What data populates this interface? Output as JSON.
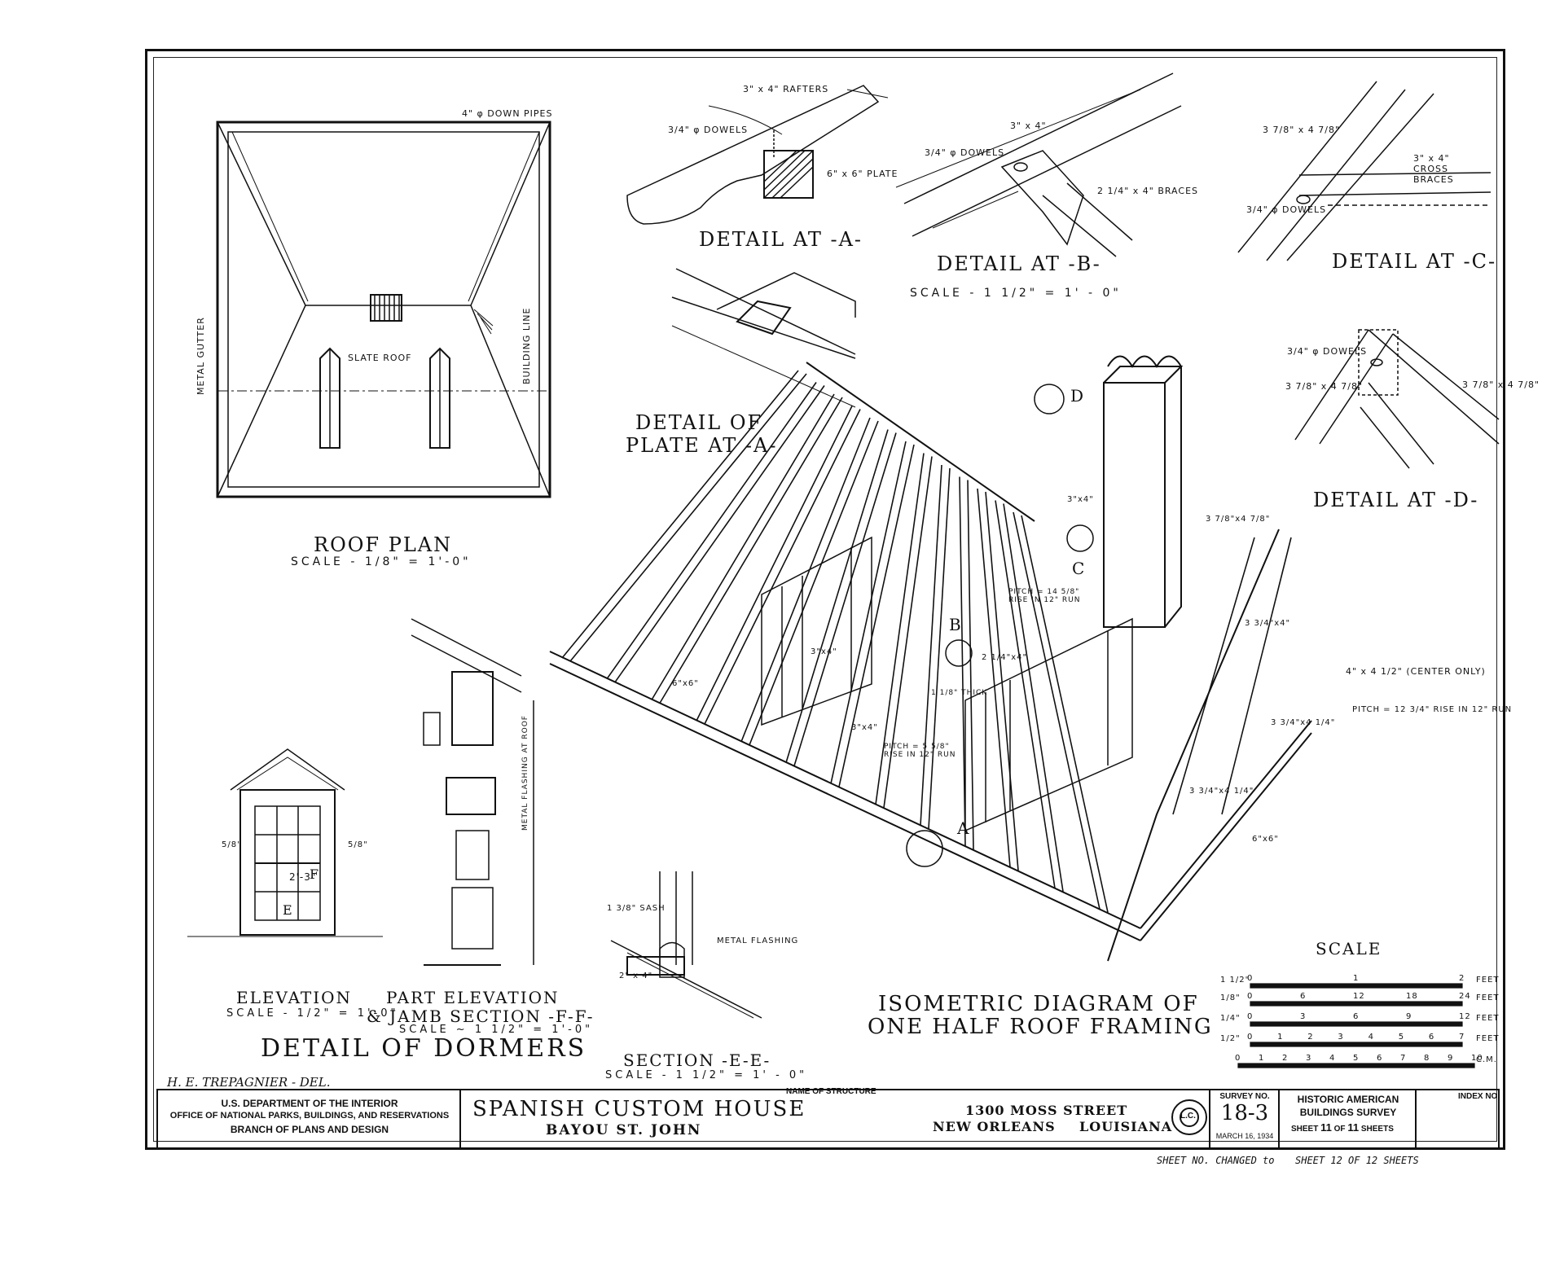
{
  "roof_plan": {
    "down_pipes": "4\" φ DOWN PIPES",
    "metal_gutter": "METAL GUTTER",
    "slate_roof": "SLATE ROOF",
    "building_line": "BUILDING LINE",
    "title": "ROOF PLAN",
    "scale": "SCALE - 1/8\" = 1'-0\""
  },
  "detail_a": {
    "title": "DETAIL AT -A-",
    "rafters": "3\" x 4\" RAFTERS",
    "dowels": "3/4\" φ DOWELS",
    "plate": "6\" x 6\" PLATE"
  },
  "detail_b": {
    "title": "DETAIL AT -B-",
    "member": "3\" x 4\"",
    "dowels": "3/4\" φ DOWELS",
    "braces": "2 1/4\" x 4\" BRACES",
    "scale": "SCALE - 1 1/2\" = 1' - 0\""
  },
  "detail_c": {
    "title": "DETAIL AT -C-",
    "member": "3 7/8\" x 4 7/8\"",
    "cross_braces": "3\" x 4\" CROSS BRACES",
    "dowels": "3/4\" φ DOWELS"
  },
  "detail_d": {
    "title": "DETAIL AT -D-",
    "dowels": "3/4\" φ DOWELS",
    "left": "3 7/8\" x 4 7/8\"",
    "right": "3 7/8\" x 4 7/8\""
  },
  "detail_plate": {
    "title_line1": "DETAIL OF",
    "title_line2": "PLATE AT -A-"
  },
  "dormers": {
    "elevation_title": "ELEVATION",
    "elevation_scale": "SCALE - 1/2\" = 1'-0\"",
    "part_elev_line1": "PART ELEVATION",
    "part_elev_line2": "& JAMB SECTION -F-F-",
    "part_elev_scale": "SCALE ~ 1 1/2\" = 1'-0\"",
    "main_title": "DETAIL OF DORMERS",
    "dim_width": "2'-3\"",
    "dim_side": "5/8\"",
    "flashing": "METAL FLASHING AT ROOF",
    "marker_e": "E",
    "marker_f": "F"
  },
  "section_ee": {
    "title": "SECTION -E-E-",
    "scale": "SCALE - 1 1/2\" = 1' - 0\"",
    "sash": "1 3/8\" SASH",
    "flashing": "METAL FLASHING",
    "member": "2\" x 4\""
  },
  "isometric": {
    "title_line1": "ISOMETRIC DIAGRAM OF",
    "title_line2": "ONE HALF ROOF FRAMING",
    "callouts": [
      "A",
      "B",
      "C",
      "D"
    ],
    "notes": {
      "pitch_upper": "PITCH = 14 5/8\" RISE IN 12\" RUN",
      "pitch_lower": "PITCH = 5 5/8\" RISE IN 12\" RUN",
      "pitch_right": "PITCH = 12 3/4\" RISE IN 12\" RUN",
      "center_only": "4\" x 4 1/2\" (CENTER ONLY)",
      "thick": "1 1/8\" THICK",
      "m_3x4_a": "3\"x4\"",
      "m_3x4_b": "3\"x4\"",
      "m_3x4_c": "3\"x4\"",
      "m_6x6_a": "6\"x6\"",
      "m_6x6_b": "6\"x6\"",
      "m_24x4": "2 1/4\"x4\"",
      "m_378": "3 7/8\"x4 7/8\"",
      "m_334_a": "3 3/4\"x4\"",
      "m_334_b": "3 3/4\"x4 1/4\"",
      "m_334_c": "3 3/4\"x4 1/4\""
    }
  },
  "scale_bar": {
    "title": "SCALE",
    "rows": [
      {
        "label": "1 1/2\"",
        "ticks": [
          "0",
          "1",
          "2"
        ],
        "unit": "FEET"
      },
      {
        "label": "1/8\"",
        "ticks": [
          "0",
          "6",
          "12",
          "18",
          "24"
        ],
        "unit": "FEET"
      },
      {
        "label": "1/4\"",
        "ticks": [
          "0",
          "3",
          "6",
          "9",
          "12"
        ],
        "unit": "FEET"
      },
      {
        "label": "1/2\"",
        "ticks": [
          "0",
          "1",
          "2",
          "3",
          "4",
          "5",
          "6",
          "7"
        ],
        "unit": "FEET"
      },
      {
        "label": "",
        "ticks": [
          "0",
          "1",
          "2",
          "3",
          "4",
          "5",
          "6",
          "7",
          "8",
          "9",
          "10"
        ],
        "unit": "C.M."
      }
    ]
  },
  "delineator": "H. E. TREPAGNIER - DEL.",
  "title_block": {
    "dept_line1": "U.S. DEPARTMENT OF THE INTERIOR",
    "dept_line2": "OFFICE OF NATIONAL PARKS, BUILDINGS, AND RESERVATIONS",
    "dept_line3": "BRANCH OF PLANS AND DESIGN",
    "name_label": "NAME OF STRUCTURE",
    "structure": "SPANISH CUSTOM HOUSE",
    "sub": "BAYOU ST. JOHN",
    "address": "1300 MOSS STREET",
    "city": "NEW ORLEANS",
    "state": "LOUISIANA",
    "seal": "L.C.",
    "survey_label": "SURVEY NO.",
    "survey_no": "18-3",
    "date": "MARCH 16, 1934",
    "habs_line1": "HISTORIC AMERICAN",
    "habs_line2": "BUILDINGS SURVEY",
    "sheet_word": "SHEET",
    "sheet_no": "11",
    "of_word": "OF",
    "sheet_total": "11",
    "sheets_word": "SHEETS",
    "index_label": "INDEX NO."
  },
  "handwritten": {
    "note1": "SHEET NO. CHANGED to",
    "note2": "SHEET 12 OF 12 SHEETS"
  }
}
